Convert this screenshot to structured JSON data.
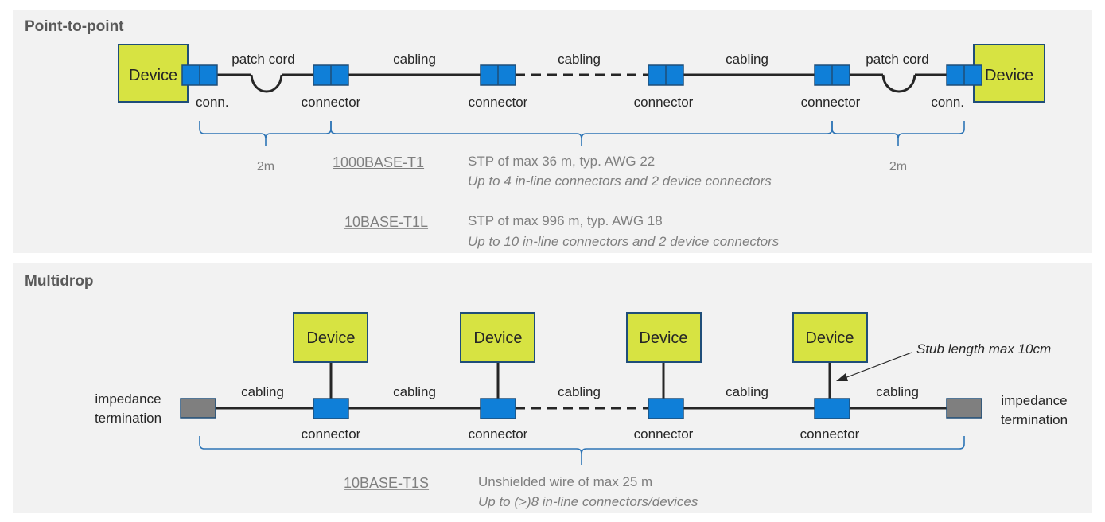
{
  "ptp": {
    "title": "Point-to-point",
    "device": "Device",
    "conn_short": "conn.",
    "connector": "connector",
    "patch_cord": "patch cord",
    "cabling": "cabling",
    "dim_2m": "2m",
    "std1": {
      "name": "1000BASE-T1",
      "line1": "STP of max 36 m, typ. AWG 22",
      "line2": "Up to 4 in-line connectors and 2 device connectors"
    },
    "std2": {
      "name": "10BASE-T1L",
      "line1": "STP of max 996 m, typ. AWG 18",
      "line2": "Up to 10 in-line connectors and 2 device connectors"
    }
  },
  "md": {
    "title": "Multidrop",
    "device": "Device",
    "connector": "connector",
    "cabling": "cabling",
    "term_line1": "impedance",
    "term_line2": "termination",
    "stub_note": "Stub length max 10cm",
    "std": {
      "name": "10BASE-T1S",
      "line1": "Unshielded wire of max 25 m",
      "line2": "Up to (>)8 in-line connectors/devices"
    }
  },
  "colors": {
    "device_fill": "#d7e342",
    "connector_fill": "#0f7fd8",
    "outline": "#1f4e79",
    "termination_fill": "#7f7f7f",
    "brace": "#2e75b6"
  }
}
